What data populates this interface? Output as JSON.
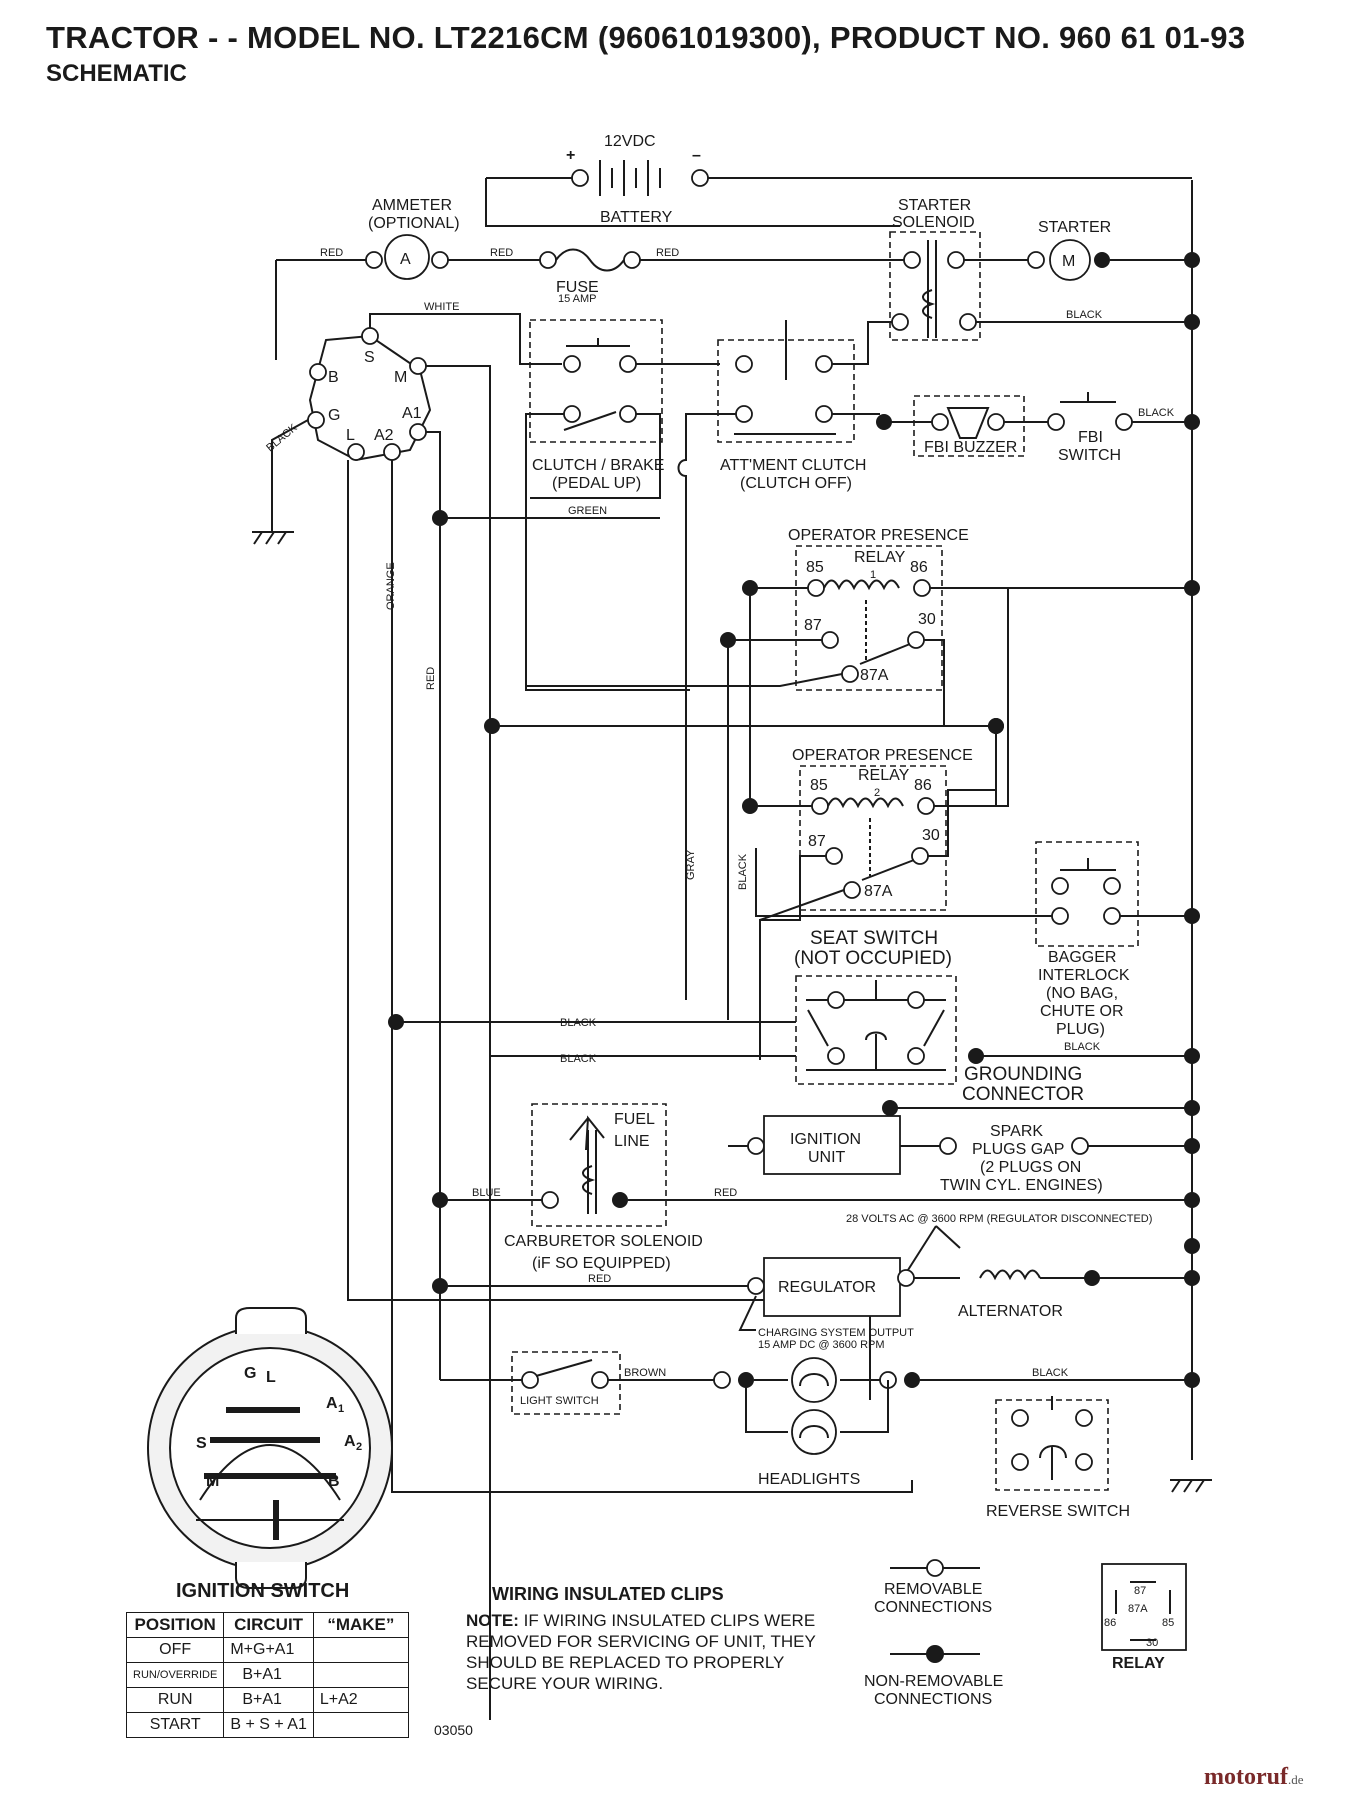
{
  "header": {
    "title": "TRACTOR - - MODEL NO. LT2216CM (96061019300), PRODUCT NO. 960 61 01-93",
    "subtitle": "SCHEMATIC"
  },
  "components": {
    "battery_voltage": "12VDC",
    "battery": "BATTERY",
    "battery_plus": "+",
    "battery_minus": "–",
    "ammeter_1": "AMMETER",
    "ammeter_2": "(OPTIONAL)",
    "ammeter_symbol": "A",
    "fuse": "FUSE",
    "fuse_rating": "15 AMP",
    "starter_solenoid_1": "STARTER",
    "starter_solenoid_2": "SOLENOID",
    "starter": "STARTER",
    "starter_symbol": "M",
    "clutch_brake_1": "CLUTCH / BRAKE",
    "clutch_brake_2": "(PEDAL UP)",
    "attment_clutch_1": "ATT'MENT CLUTCH",
    "attment_clutch_2": "(CLUTCH OFF)",
    "fbi_buzzer": "FBI BUZZER",
    "fbi_switch_1": "FBI",
    "fbi_switch_2": "SWITCH",
    "opr1_title": "OPERATOR PRESENCE",
    "opr1_relay": "RELAY",
    "opr1_num": "1",
    "opr2_title": "OPERATOR PRESENCE",
    "opr2_relay": "RELAY",
    "opr2_num": "2",
    "pin_85": "85",
    "pin_86": "86",
    "pin_87": "87",
    "pin_30": "30",
    "pin_87a": "87A",
    "seat_switch_1": "SEAT SWITCH",
    "seat_switch_2": "(NOT OCCUPIED)",
    "bagger_1": "BAGGER",
    "bagger_2": "INTERLOCK",
    "bagger_3": "(NO BAG,",
    "bagger_4": "CHUTE OR",
    "bagger_5": "PLUG)",
    "grounding_1": "GROUNDING",
    "grounding_2": "CONNECTOR",
    "ignition_unit_1": "IGNITION",
    "ignition_unit_2": "UNIT",
    "spark_1": "SPARK",
    "spark_2": "PLUGS GAP",
    "spark_3": "(2 PLUGS ON",
    "spark_4": "TWIN CYL. ENGINES)",
    "fuel_line_1": "FUEL",
    "fuel_line_2": "LINE",
    "carb_1": "CARBURETOR SOLENOID",
    "carb_2": "(iF SO EQUIPPED)",
    "voltage_note": "28 VOLTS AC @ 3600 RPM (REGULATOR DISCONNECTED)",
    "regulator": "REGULATOR",
    "alternator": "ALTERNATOR",
    "charging_1": "CHARGING SYSTEM OUTPUT",
    "charging_2": "15 AMP DC @ 3600 RPM",
    "light_switch": "LIGHT SWITCH",
    "headlights": "HEADLIGHTS",
    "reverse_switch": "REVERSE SWITCH",
    "ign_terminals": {
      "B": "B",
      "S": "S",
      "M": "M",
      "G": "G",
      "A1": "A1",
      "L": "L",
      "A2": "A2"
    }
  },
  "wire_labels": {
    "red": "RED",
    "white": "WHITE",
    "black": "BLACK",
    "green": "GREEN",
    "orange": "ORANGE",
    "gray": "GRAY",
    "blue": "BLUE",
    "brown": "BROWN"
  },
  "ignition_switch_face": {
    "labels": {
      "G": "G",
      "L": "L",
      "A1": "A",
      "A1_sub": "1",
      "S": "S",
      "A2": "A",
      "A2_sub": "2",
      "M": "M",
      "B": "B"
    }
  },
  "ignition_switch_table": {
    "title": "IGNITION SWITCH",
    "headers": [
      "POSITION",
      "CIRCUIT",
      "“MAKE”"
    ],
    "rows": [
      {
        "position": "OFF",
        "circuit": "M+G+A1",
        "make": ""
      },
      {
        "position": "RUN/OVERRIDE",
        "circuit": "B+A1",
        "make": ""
      },
      {
        "position": "RUN",
        "circuit": "B+A1",
        "make": "L+A2"
      },
      {
        "position": "START",
        "circuit": "B + S + A1",
        "make": ""
      }
    ]
  },
  "notes": {
    "clips_title": "WIRING INSULATED CLIPS",
    "note_label": "NOTE:",
    "note_text": " IF WIRING INSULATED CLIPS WERE REMOVED FOR SERVICING OF UNIT, THEY SHOULD BE REPLACED TO PROPERLY SECURE YOUR WIRING.",
    "diagram_code": "03050"
  },
  "legend": {
    "removable_1": "REMOVABLE",
    "removable_2": "CONNECTIONS",
    "nonremovable_1": "NON-REMOVABLE",
    "nonremovable_2": "CONNECTIONS",
    "relay": "RELAY",
    "relay_87": "87",
    "relay_87a": "87A",
    "relay_86": "86",
    "relay_85": "85",
    "relay_30": "30"
  },
  "watermark": {
    "main": "motoruf",
    "suffix": ".de"
  }
}
